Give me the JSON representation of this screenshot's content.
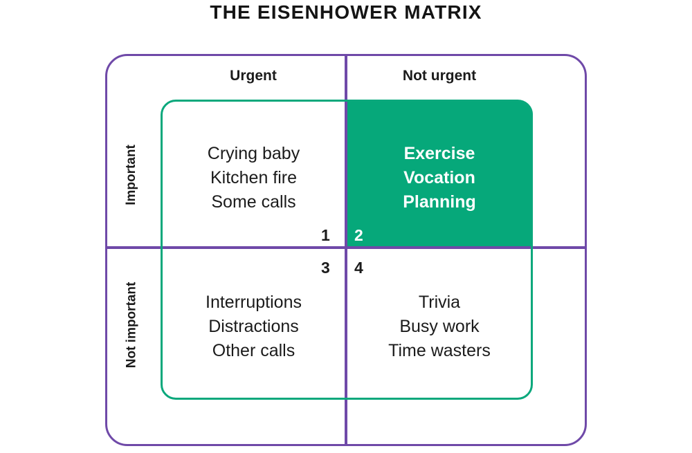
{
  "title": "THE EISENHOWER MATRIX",
  "colors": {
    "frame_purple": "#6f49a8",
    "frame_teal": "#0aa87c",
    "highlight_green": "#06a87a",
    "text_dark": "#1b1b1b",
    "text_light": "#ffffff",
    "background": "#ffffff"
  },
  "columns": [
    {
      "label": "Urgent"
    },
    {
      "label": "Not urgent"
    }
  ],
  "rows": [
    {
      "label": "Important"
    },
    {
      "label": "Not important"
    }
  ],
  "quadrants": [
    {
      "number": "1",
      "row": "Important",
      "column": "Urgent",
      "highlighted": false,
      "tasks": [
        "Crying baby",
        "Kitchen fire",
        "Some calls"
      ]
    },
    {
      "number": "2",
      "row": "Important",
      "column": "Not urgent",
      "highlighted": true,
      "tasks": [
        "Exercise",
        "Vocation",
        "Planning"
      ]
    },
    {
      "number": "3",
      "row": "Not important",
      "column": "Urgent",
      "highlighted": false,
      "tasks": [
        "Interruptions",
        "Distractions",
        "Other calls"
      ]
    },
    {
      "number": "4",
      "row": "Not important",
      "column": "Not urgent",
      "highlighted": false,
      "tasks": [
        "Trivia",
        "Busy work",
        "Time wasters"
      ]
    }
  ]
}
